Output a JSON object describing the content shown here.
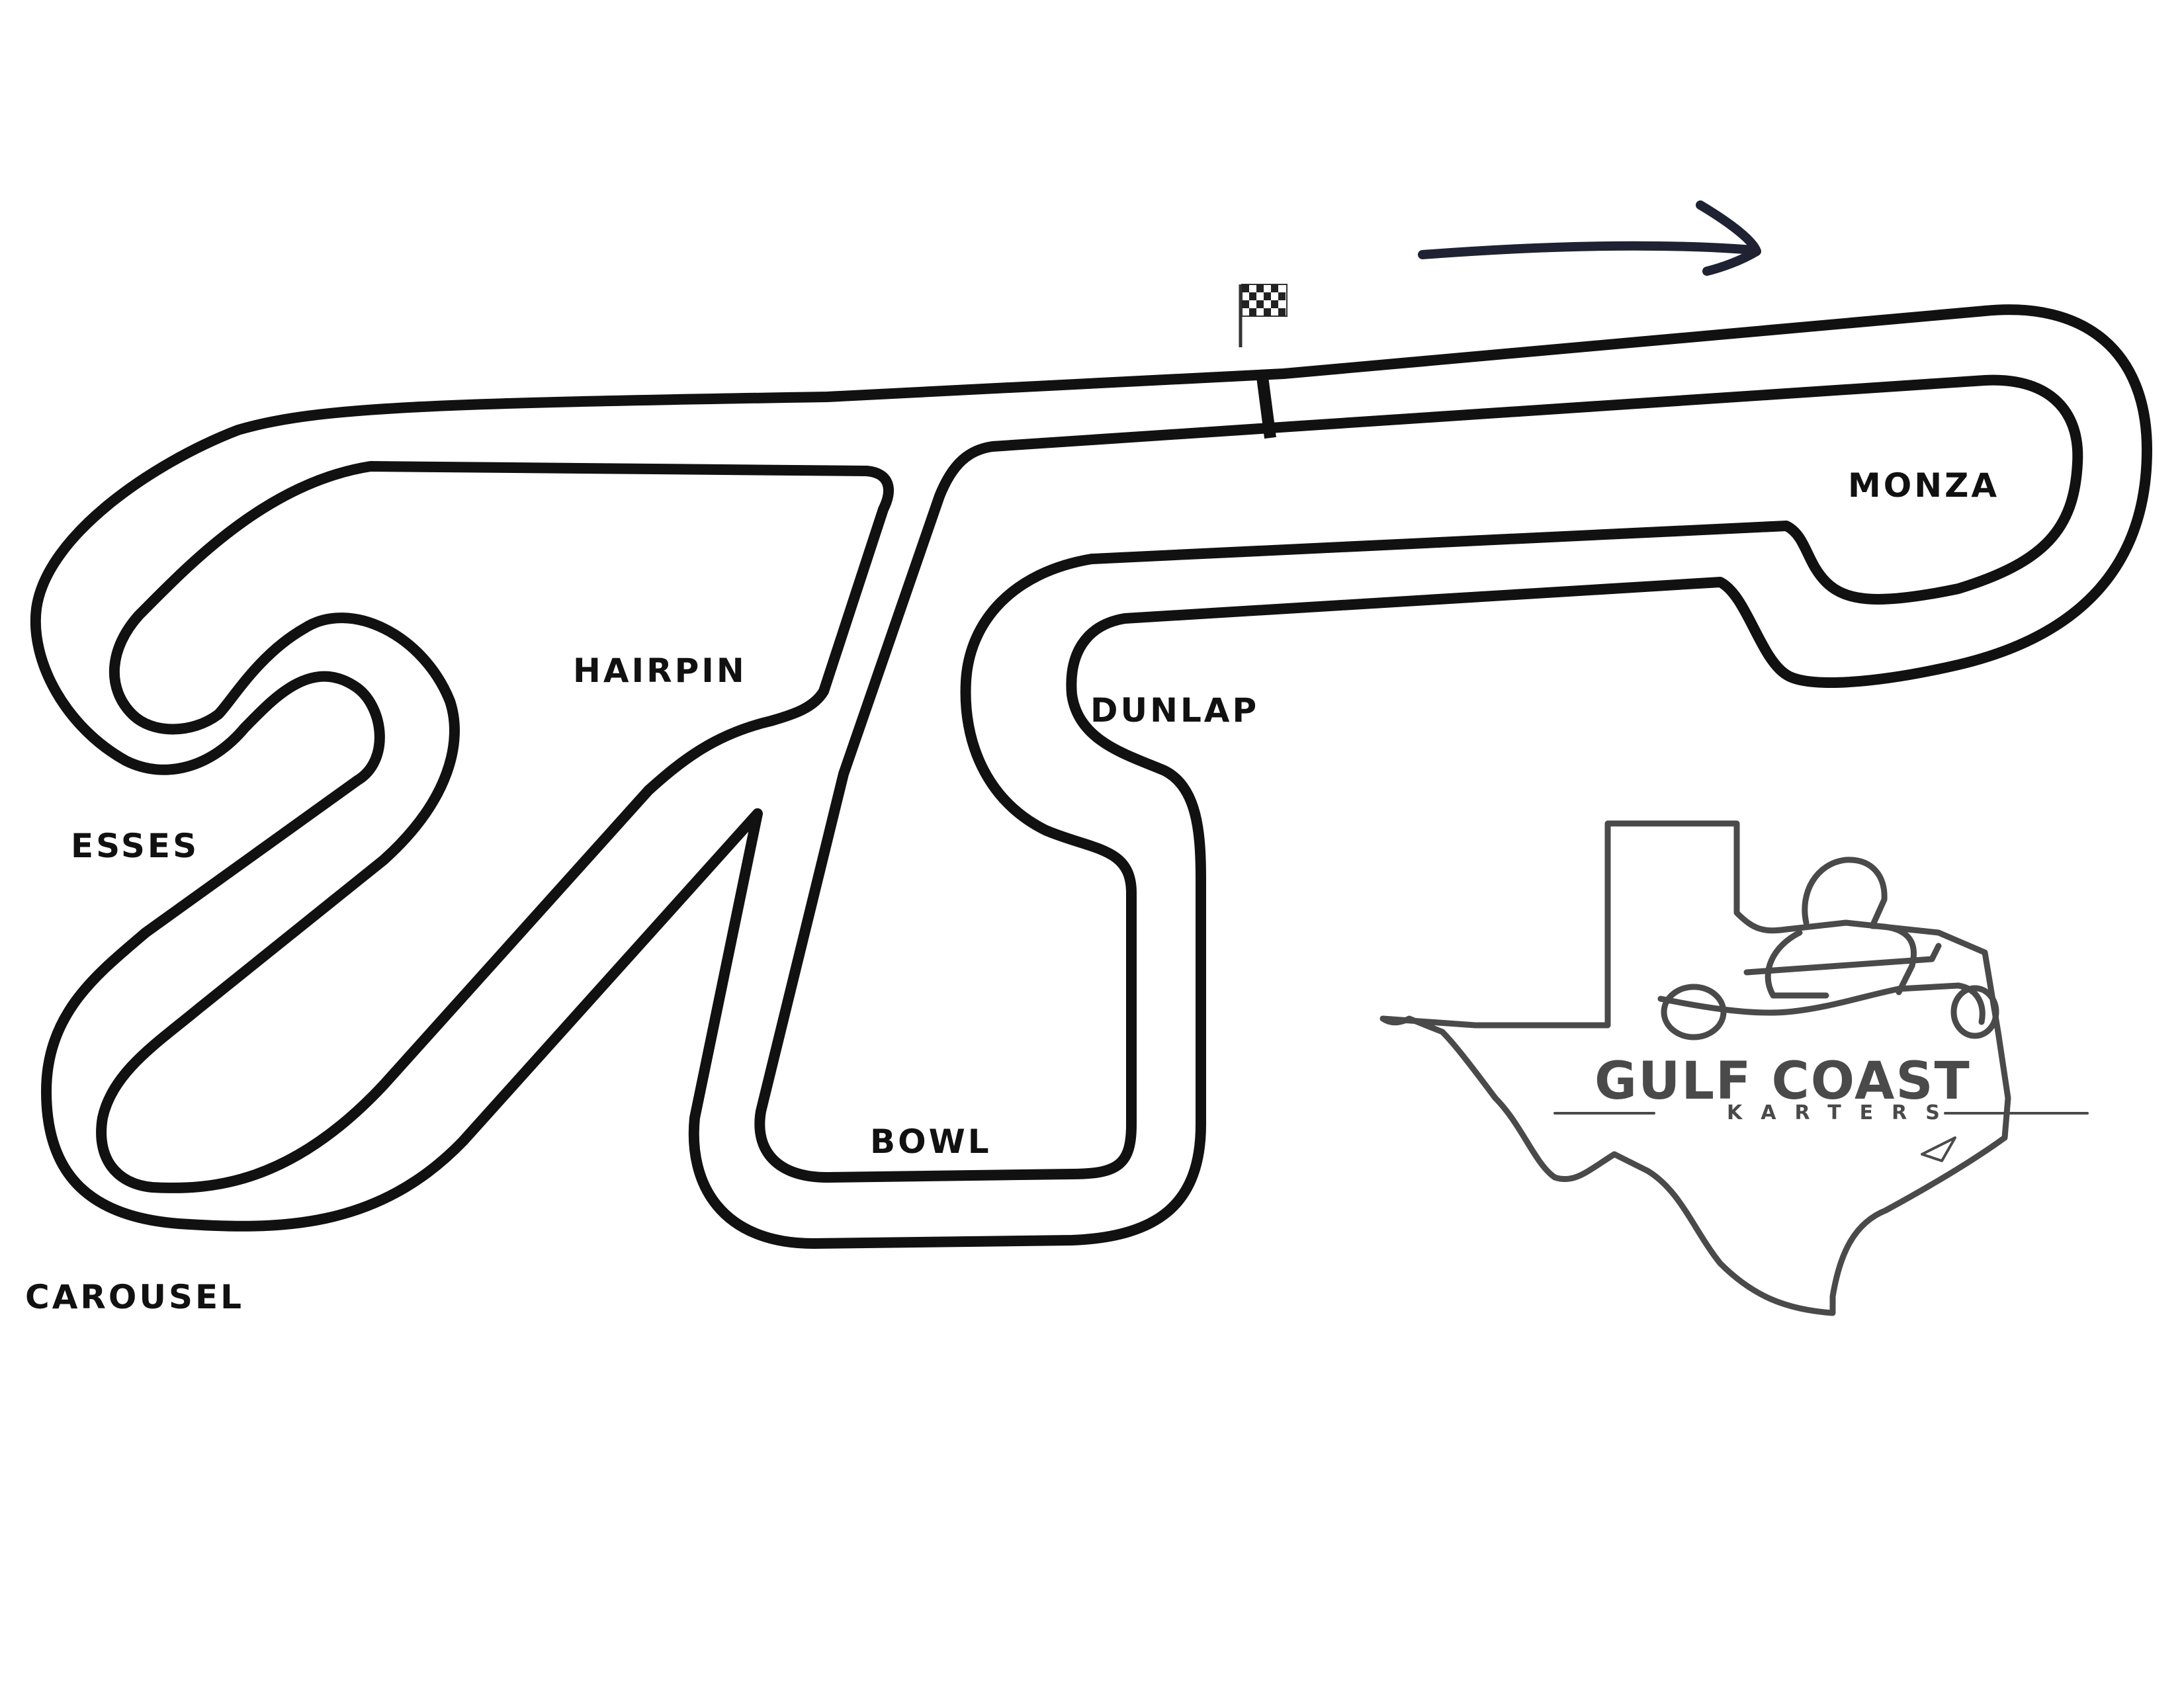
{
  "map": {
    "labels": {
      "monza": "MONZA",
      "hairpin": "HAIRPIN",
      "dunlap": "DUNLAP",
      "esses": "ESSES",
      "bowl": "BOWL",
      "carousel": "CAROUSEL"
    },
    "direction": "clockwise",
    "icons": {
      "flag": "checkered-flag-icon",
      "arrow": "direction-arrow-icon",
      "logo": "texas-kart-logo"
    }
  },
  "logo": {
    "title": "GULF COAST",
    "subtitle": "KARTERS"
  },
  "colors": {
    "ink": "#111111",
    "logo_ink": "#4a4a4a",
    "background": "#ffffff"
  }
}
